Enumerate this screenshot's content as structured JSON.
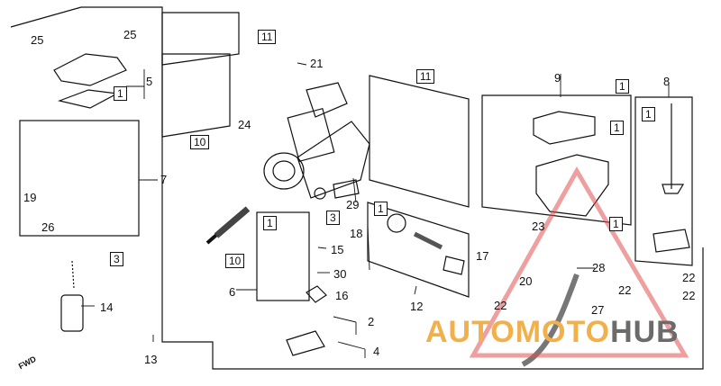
{
  "callouts": [
    {
      "id": "c25a",
      "text": "25"
    },
    {
      "id": "c25b",
      "text": "25"
    },
    {
      "id": "c5",
      "text": "5"
    },
    {
      "id": "c7",
      "text": "7"
    },
    {
      "id": "c19",
      "text": "19"
    },
    {
      "id": "c26",
      "text": "26"
    },
    {
      "id": "c14",
      "text": "14"
    },
    {
      "id": "c13",
      "text": "13"
    },
    {
      "id": "c21",
      "text": "21"
    },
    {
      "id": "c24",
      "text": "24"
    },
    {
      "id": "c29",
      "text": "29"
    },
    {
      "id": "c18",
      "text": "18"
    },
    {
      "id": "c15",
      "text": "15"
    },
    {
      "id": "c30",
      "text": "30"
    },
    {
      "id": "c16",
      "text": "16"
    },
    {
      "id": "c6",
      "text": "6"
    },
    {
      "id": "c2",
      "text": "2"
    },
    {
      "id": "c4",
      "text": "4"
    },
    {
      "id": "c12",
      "text": "12"
    },
    {
      "id": "c9",
      "text": "9"
    },
    {
      "id": "c8",
      "text": "8"
    },
    {
      "id": "c17",
      "text": "17"
    },
    {
      "id": "c23",
      "text": "23"
    },
    {
      "id": "c20",
      "text": "20"
    },
    {
      "id": "c28",
      "text": "28"
    },
    {
      "id": "c22a",
      "text": "22"
    },
    {
      "id": "c22b",
      "text": "22"
    },
    {
      "id": "c22c",
      "text": "22"
    },
    {
      "id": "c22d",
      "text": "22"
    },
    {
      "id": "c27",
      "text": "27"
    }
  ],
  "boxed_callouts": [
    {
      "id": "b11a",
      "text": "11"
    },
    {
      "id": "b11b",
      "text": "11"
    },
    {
      "id": "b10a",
      "text": "10"
    },
    {
      "id": "b10b",
      "text": "10"
    },
    {
      "id": "b1a",
      "text": "1"
    },
    {
      "id": "b1b",
      "text": "1"
    },
    {
      "id": "b1c",
      "text": "1"
    },
    {
      "id": "b1d",
      "text": "1"
    },
    {
      "id": "b1e",
      "text": "1"
    },
    {
      "id": "b1f",
      "text": "1"
    },
    {
      "id": "b1g",
      "text": "1"
    },
    {
      "id": "b3a",
      "text": "3"
    },
    {
      "id": "b3b",
      "text": "3"
    }
  ],
  "fwd_label": "FWD",
  "watermark": {
    "part1": "AUTOMOTO",
    "part2": "HUB",
    "accent_color": "#f2b04a",
    "secondary_color": "#6b6b6b",
    "triangle_color": "#e05050"
  }
}
